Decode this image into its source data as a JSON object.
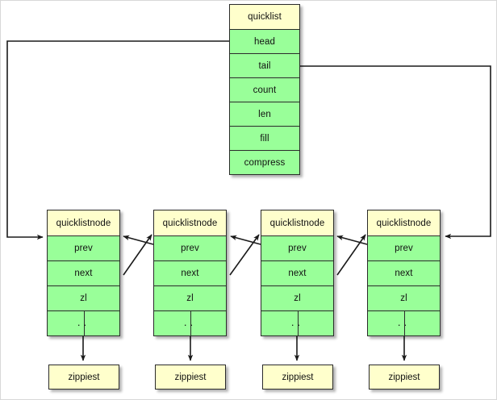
{
  "diagram": {
    "title": "Redis quicklist structure diagram",
    "colors": {
      "header_fill": "#ffffcc",
      "field_fill": "#99ff99",
      "stroke": "#2b2b2b",
      "background": "#ffffff"
    }
  },
  "quicklist": {
    "name": "quicklist",
    "fields": [
      {
        "label": "head"
      },
      {
        "label": "tail"
      },
      {
        "label": "count"
      },
      {
        "label": "len"
      },
      {
        "label": "fill"
      },
      {
        "label": "compress"
      }
    ]
  },
  "nodes": [
    {
      "name": "quicklistnode",
      "fields": [
        {
          "label": "prev"
        },
        {
          "label": "next"
        },
        {
          "label": "zl"
        },
        {
          "label": ".."
        }
      ],
      "ziplist": "zippiest"
    },
    {
      "name": "quicklistnode",
      "fields": [
        {
          "label": "prev"
        },
        {
          "label": "next"
        },
        {
          "label": "zl"
        },
        {
          "label": ".."
        }
      ],
      "ziplist": "zippiest"
    },
    {
      "name": "quicklistnode",
      "fields": [
        {
          "label": "prev"
        },
        {
          "label": "next"
        },
        {
          "label": "zl"
        },
        {
          "label": ".."
        }
      ],
      "ziplist": "zippiest"
    },
    {
      "name": "quicklistnode",
      "fields": [
        {
          "label": "prev"
        },
        {
          "label": "next"
        },
        {
          "label": "zl"
        },
        {
          "label": ".."
        }
      ],
      "ziplist": "zippiest"
    }
  ],
  "connections": [
    {
      "from": "quicklist.head",
      "to": "node1",
      "kind": "routed-left"
    },
    {
      "from": "quicklist.tail",
      "to": "node4",
      "kind": "routed-right"
    },
    {
      "from": "node1.next",
      "to": "node2",
      "kind": "diagonal-right"
    },
    {
      "from": "node2.prev",
      "to": "node1",
      "kind": "diagonal-left"
    },
    {
      "from": "node2.next",
      "to": "node3",
      "kind": "diagonal-right"
    },
    {
      "from": "node3.prev",
      "to": "node2",
      "kind": "diagonal-left"
    },
    {
      "from": "node3.next",
      "to": "node4",
      "kind": "diagonal-right"
    },
    {
      "from": "node4.prev",
      "to": "node3",
      "kind": "diagonal-left"
    },
    {
      "from": "node1.zl",
      "to": "ziplist1",
      "kind": "vertical"
    },
    {
      "from": "node2.zl",
      "to": "ziplist2",
      "kind": "vertical"
    },
    {
      "from": "node3.zl",
      "to": "ziplist3",
      "kind": "vertical"
    },
    {
      "from": "node4.zl",
      "to": "ziplist4",
      "kind": "vertical"
    }
  ]
}
